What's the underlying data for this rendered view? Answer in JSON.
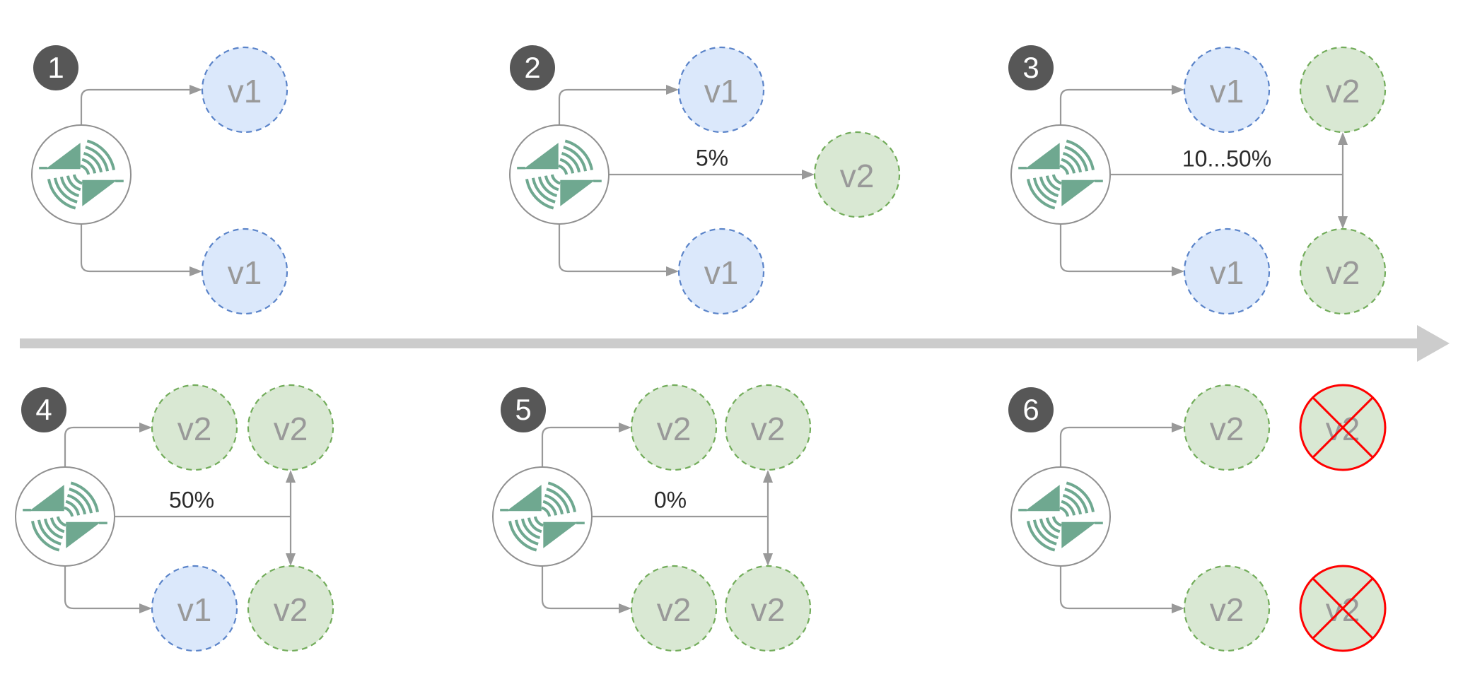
{
  "diagram_type": "canary-release-traffic-shifting-stages",
  "colors": {
    "pod_v1_fill": "#dbe8fb",
    "pod_v1_stroke": "#5b84c9",
    "pod_v2_fill": "#d9e8d3",
    "pod_v2_stroke": "#72ac5a",
    "pod_label_text": "#999999",
    "connector": "#999999",
    "timeline_arrow": "#cccccc",
    "badge_background": "#575757",
    "badge_text": "#ffffff",
    "percent_text": "#2b2b2b",
    "router_icon": "#6fa890",
    "pruned_cross": "#ff0000"
  },
  "stages": [
    {
      "number": "1",
      "percent_label": "",
      "nodes": [
        {
          "label": "v1",
          "color": "blue"
        },
        {
          "label": "v1",
          "color": "blue"
        }
      ]
    },
    {
      "number": "2",
      "percent_label": "5%",
      "nodes": [
        {
          "label": "v1",
          "color": "blue"
        },
        {
          "label": "v2",
          "color": "green"
        },
        {
          "label": "v1",
          "color": "blue"
        }
      ]
    },
    {
      "number": "3",
      "percent_label": "10...50%",
      "nodes": [
        {
          "label": "v1",
          "color": "blue"
        },
        {
          "label": "v2",
          "color": "green"
        },
        {
          "label": "v1",
          "color": "blue"
        },
        {
          "label": "v2",
          "color": "green"
        }
      ]
    },
    {
      "number": "4",
      "percent_label": "50%",
      "nodes": [
        {
          "label": "v2",
          "color": "green"
        },
        {
          "label": "v2",
          "color": "green"
        },
        {
          "label": "v1",
          "color": "blue"
        },
        {
          "label": "v2",
          "color": "green"
        }
      ]
    },
    {
      "number": "5",
      "percent_label": "0%",
      "nodes": [
        {
          "label": "v2",
          "color": "green"
        },
        {
          "label": "v2",
          "color": "green"
        },
        {
          "label": "v2",
          "color": "green"
        },
        {
          "label": "v2",
          "color": "green"
        }
      ]
    },
    {
      "number": "6",
      "percent_label": "",
      "nodes": [
        {
          "label": "v2",
          "color": "green"
        },
        {
          "label": "v2",
          "color": "green",
          "pruned": true
        },
        {
          "label": "v2",
          "color": "green"
        },
        {
          "label": "v2",
          "color": "green",
          "pruned": true
        }
      ]
    }
  ]
}
